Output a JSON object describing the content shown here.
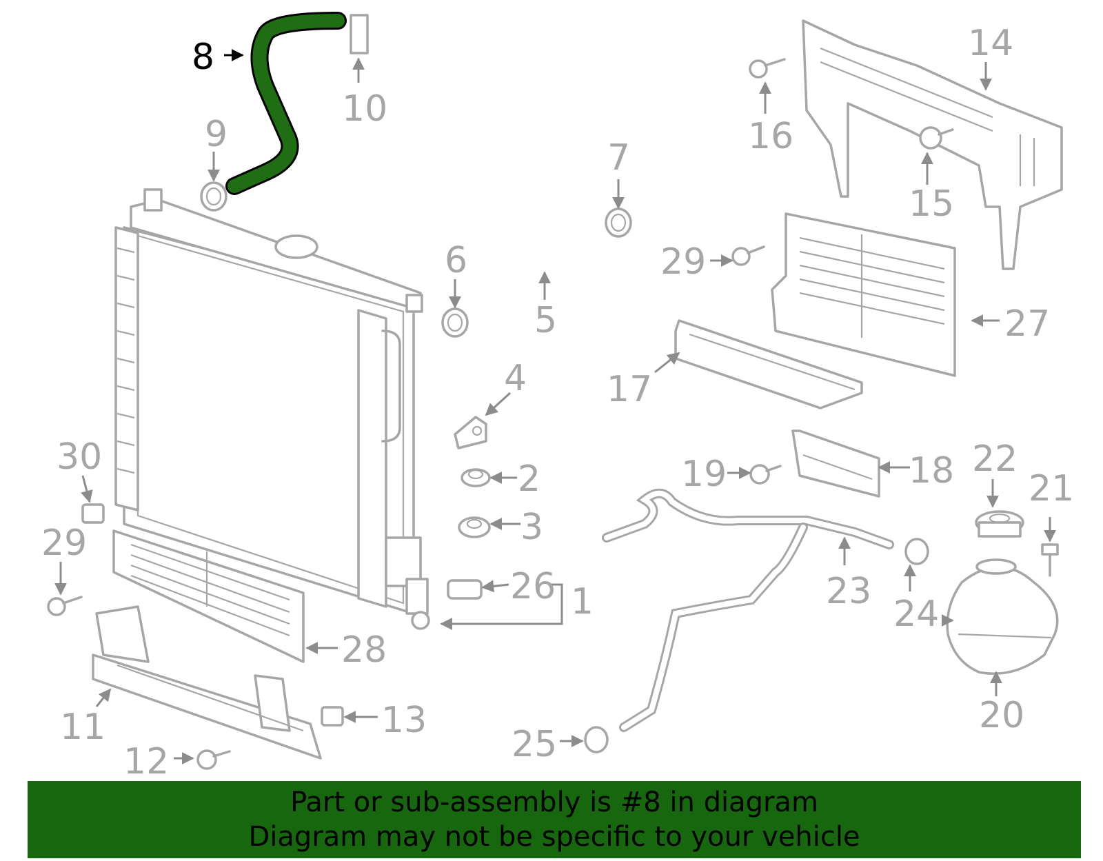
{
  "callouts": {
    "c1": "1",
    "c2": "2",
    "c3": "3",
    "c4": "4",
    "c5": "5",
    "c6": "6",
    "c7": "7",
    "c8": "8",
    "c9": "9",
    "c10": "10",
    "c11": "11",
    "c12": "12",
    "c13": "13",
    "c14": "14",
    "c15": "15",
    "c16": "16",
    "c17": "17",
    "c18": "18",
    "c19": "19",
    "c20": "20",
    "c21": "21",
    "c22": "22",
    "c23": "23",
    "c24": "24",
    "c25": "25",
    "c26": "26",
    "c27": "27",
    "c28": "28",
    "c29a": "29",
    "c29b": "29",
    "c30": "30"
  },
  "highlight": {
    "part_number": "8",
    "color": "#1f6e14"
  },
  "banner": {
    "line1": "Part or sub-assembly is #8 in diagram",
    "line2": "Diagram may not be specific to your vehicle",
    "background": "#17670f"
  }
}
